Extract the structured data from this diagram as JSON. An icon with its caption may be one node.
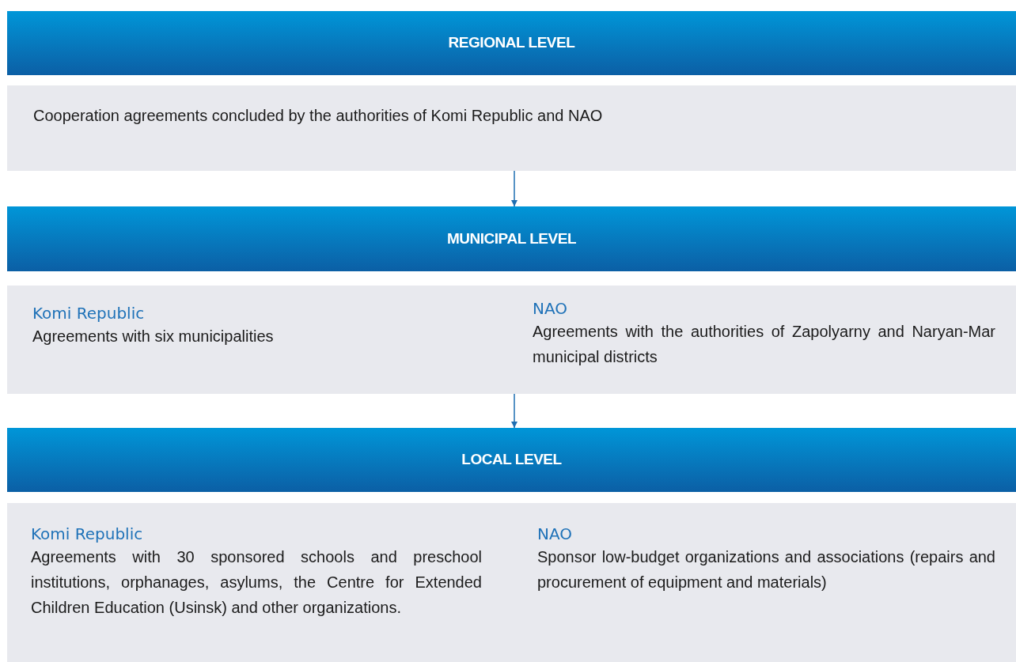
{
  "diagram": {
    "nodes": [
      {
        "text": [
          "REGIONAL LEVEL"
        ]
      },
      {
        "text": [
          "Cooperation agreements concluded by the authorities of Komi Republic and NAO"
        ]
      },
      {
        "text": [
          "MUNICIPAL LEVEL"
        ]
      },
      {
        "text": [
          "Komi Republic",
          "Agreements with six municipalities",
          "NAO",
          "Agreements with the authorities of Zapolyarny and Naryan-Mar municipal districts"
        ]
      },
      {
        "text": [
          "LOCAL LEVEL"
        ]
      },
      {
        "text": [
          "Komi Republic",
          "Agreements with 30 sponsored schools and preschool institutions, orphanages, asylums, the Centre for Extended Children Education (Usinsk) and other organizations.",
          "NAO",
          "Sponsor low-budget organizations and associations (repairs and procurement of equipment and materials)"
        ]
      }
    ],
    "edges": [
      {
        "from": 1,
        "to": 2,
        "arrow": "to"
      },
      {
        "from": 3,
        "to": 4,
        "arrow": "to"
      }
    ]
  }
}
